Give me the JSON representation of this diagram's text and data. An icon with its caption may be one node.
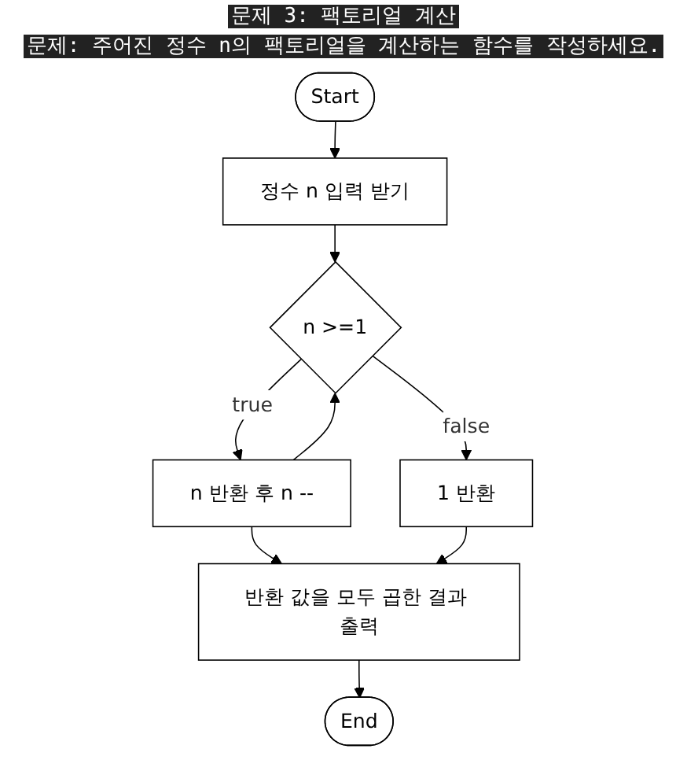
{
  "diagram": {
    "title": "문제 3: 팩토리얼 계산",
    "nodes": [
      {
        "text": [
          "Start"
        ]
      },
      {
        "text": [
          "정수 n 입력 받기"
        ]
      },
      {
        "text": [
          "n >=1"
        ]
      },
      {
        "text": [
          "1 반환"
        ]
      },
      {
        "text": [
          "n 반환 후 n --"
        ]
      },
      {
        "text": [
          "반환 값을 모두 곱한 결과 출력"
        ]
      },
      {
        "text": [
          "End"
        ]
      }
    ],
    "edges": [
      {
        "from": 0,
        "to": 1,
        "arrow": "to"
      },
      {
        "from": 1,
        "to": 2,
        "arrow": "to"
      },
      {
        "from": 2,
        "to": 3,
        "arrow": "to",
        "label": "false"
      },
      {
        "from": 2,
        "to": 4,
        "arrow": "to",
        "label": "true"
      },
      {
        "from": 4,
        "to": 2,
        "arrow": "to"
      },
      {
        "from": 4,
        "to": 5,
        "arrow": "to"
      },
      {
        "from": 3,
        "to": 5,
        "arrow": "to"
      },
      {
        "from": 5,
        "to": 6,
        "arrow": "to"
      }
    ],
    "labels": [
      "문제: 주어진 정수 n의 팩토리얼을 계산하는 함수를 작성하세요."
    ]
  }
}
